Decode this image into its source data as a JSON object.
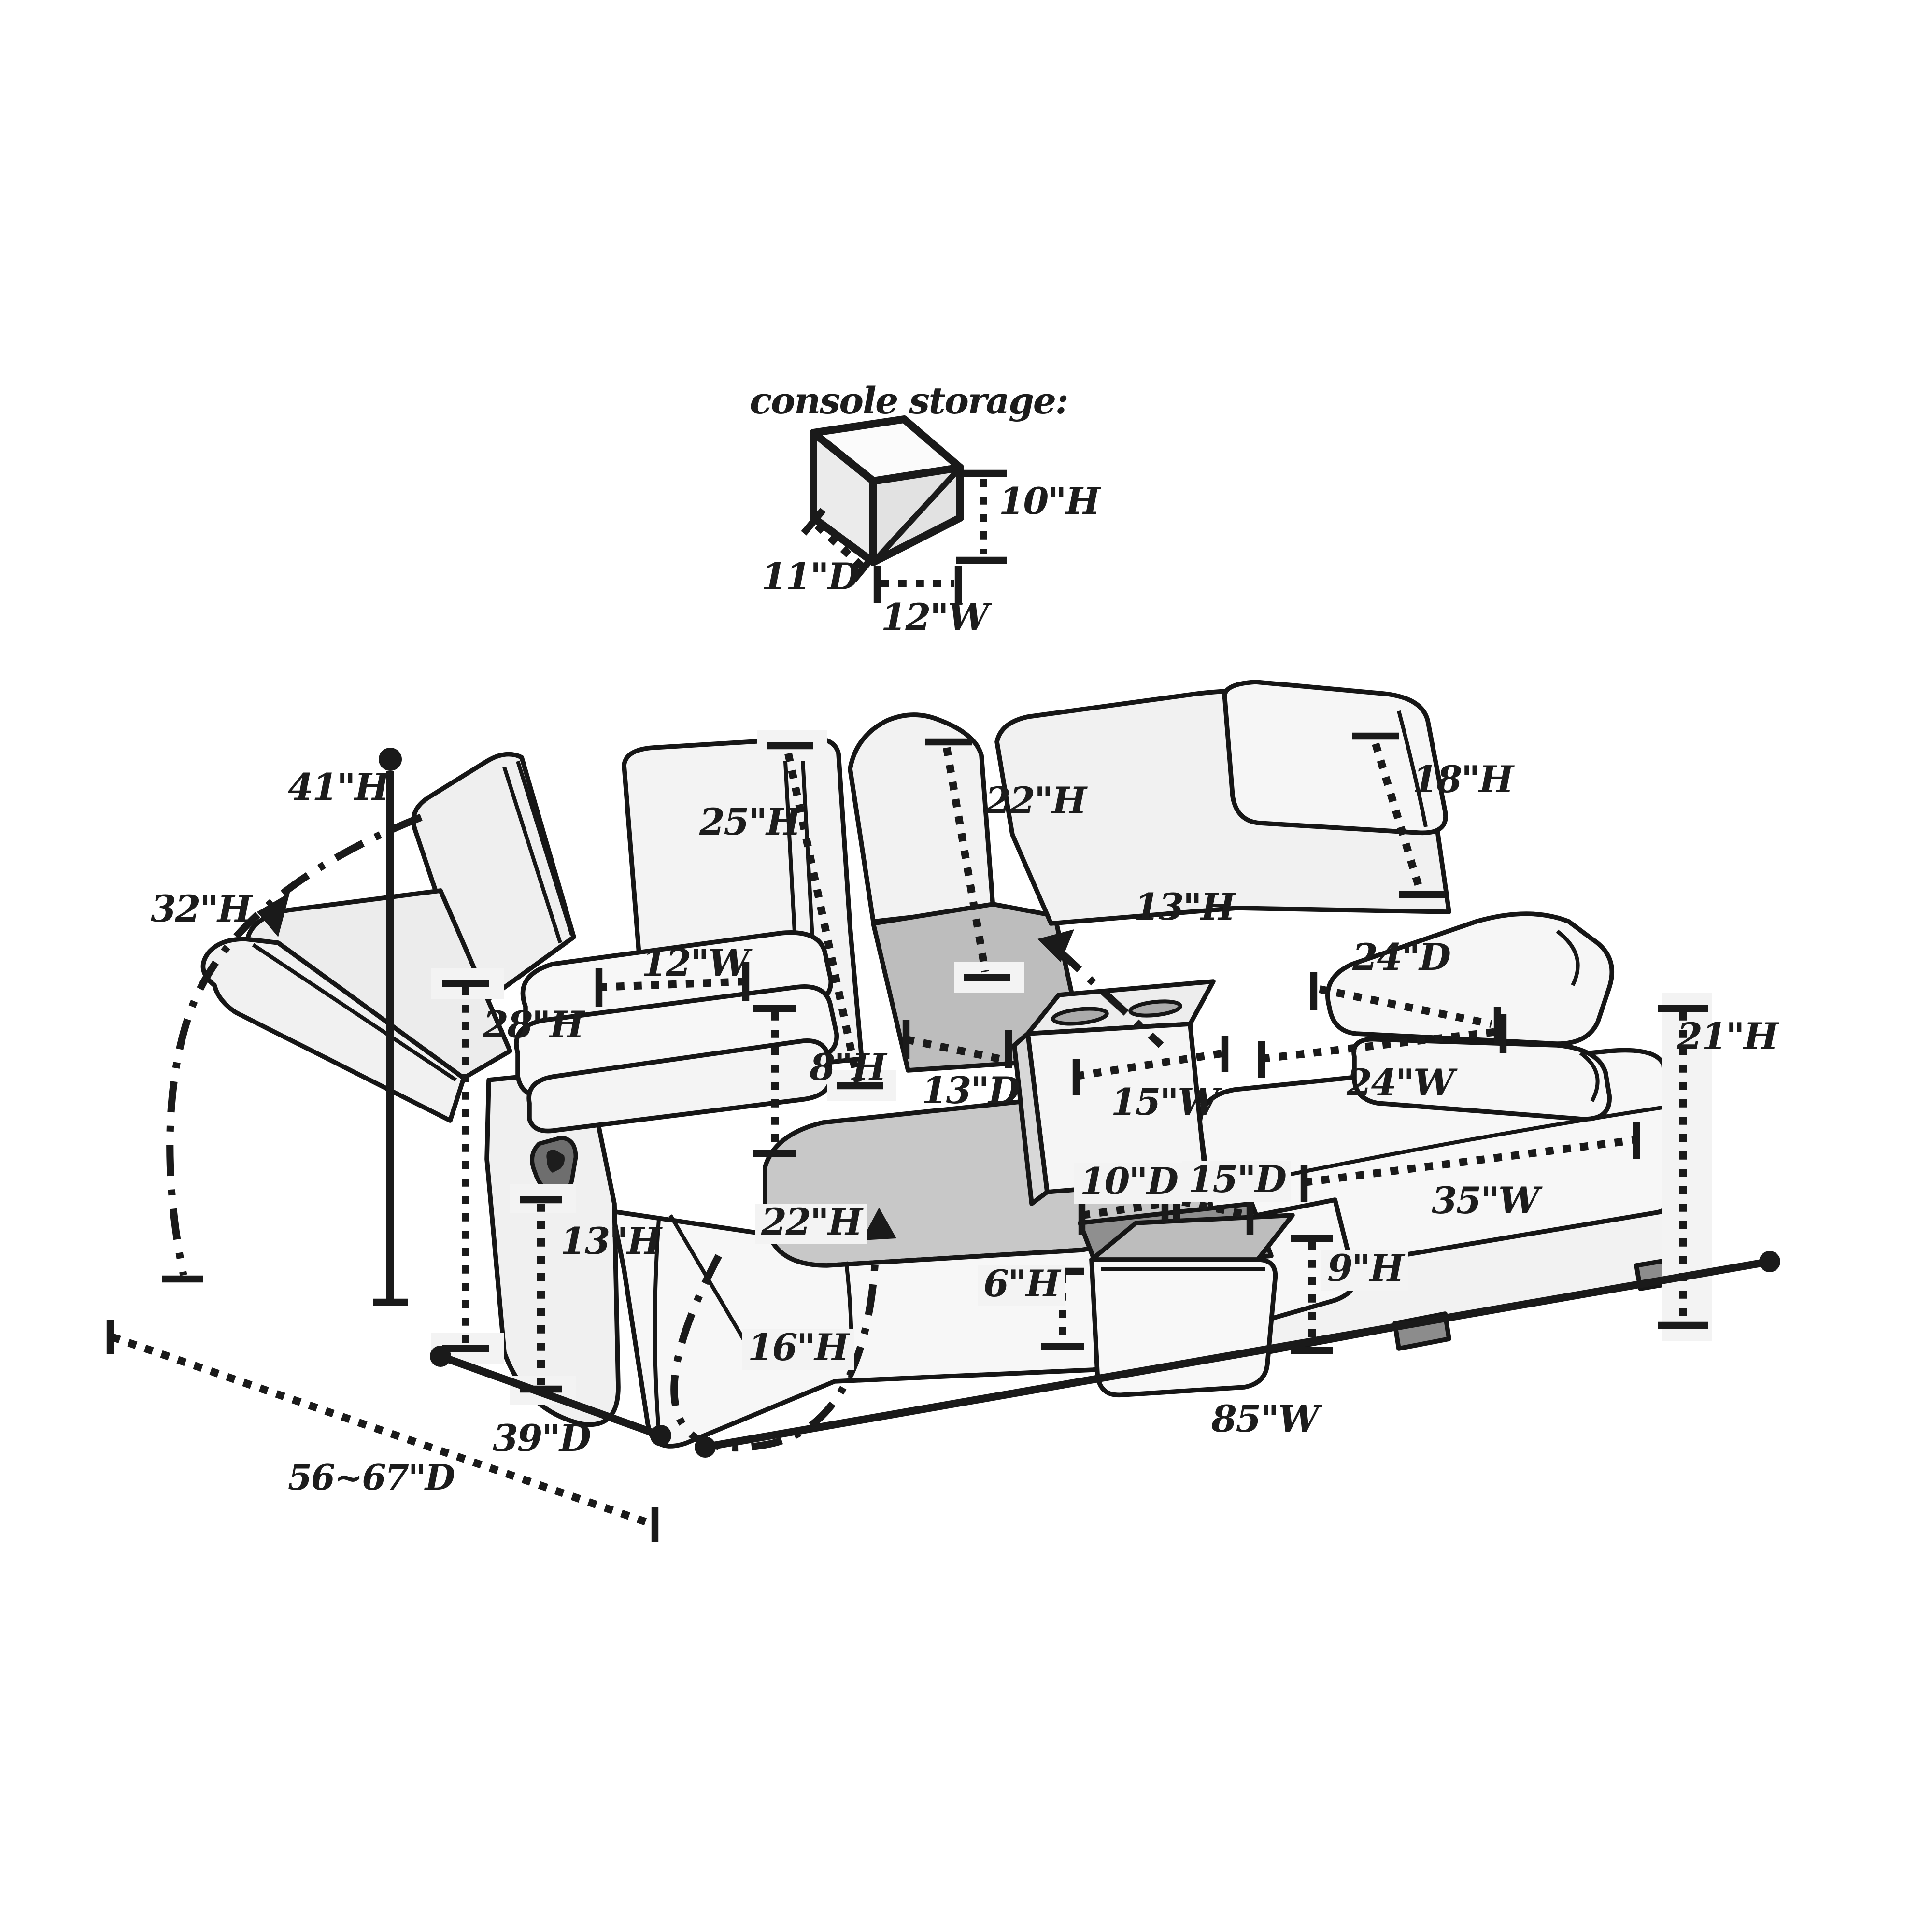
{
  "diagram": {
    "type": "furniture-dimension-diagram",
    "product": "reclining sofa with center console and storage drawer",
    "line_color": "#1a1a1a",
    "fill_light": "#f4f4f4",
    "fill_gray": "#c8c8c8"
  },
  "console_storage": {
    "title": "console storage:",
    "height": "10\"H",
    "depth": "11\"D",
    "width": "12\"W"
  },
  "dimensions": {
    "total_height": "41\"H",
    "reclined_backrest_height": "32\"H",
    "left_backrest_height": "25\"H",
    "center_backrest_height": "22\"H",
    "headrest_height": "18\"H",
    "console_above_seat_height": "13\"H",
    "armrest_depth": "24\"D",
    "left_armrest_width": "12\"W",
    "armrest_floor_height": "28\"H",
    "armrest_pillow_height": "8\"H",
    "seat_to_console_depth": "13\"D",
    "console_width": "15\"W",
    "armrest_width": "24\"W",
    "back_height": "21\"H",
    "seat_cushion_width": "35\"W",
    "drawer_front_depth": "10\"D",
    "drawer_depth": "15\"D",
    "seat_height": "22\"H",
    "handle_height": "13\"H",
    "drawer_height": "6\"H",
    "base_height": "9\"H",
    "footrest_height": "16\"H",
    "sofa_depth": "39\"D",
    "sofa_width": "85\"W",
    "reclined_total_depth": "56~67\"D"
  }
}
